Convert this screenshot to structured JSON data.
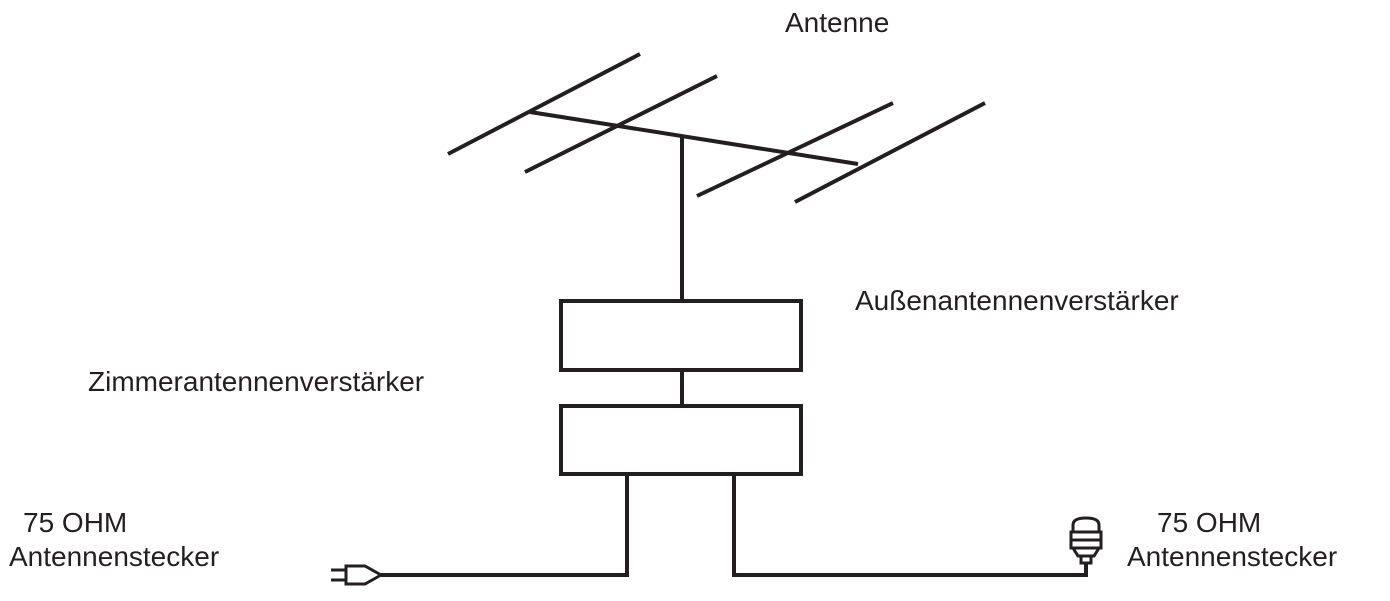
{
  "labels": {
    "antenna": "Antenne",
    "outdoor_amplifier": "Außenantennenverstärker",
    "indoor_amplifier": "Zimmerantennenverstärker",
    "left_plug_line1": "75 OHM",
    "left_plug_line2": "Antennenstecker",
    "right_plug_line1": "75 OHM",
    "right_plug_line2": "Antennenstecker"
  },
  "colors": {
    "stroke": "#231f20",
    "background": "#ffffff"
  },
  "icons": {
    "left_connector": "male-plug-icon",
    "right_connector": "coax-socket-icon"
  }
}
